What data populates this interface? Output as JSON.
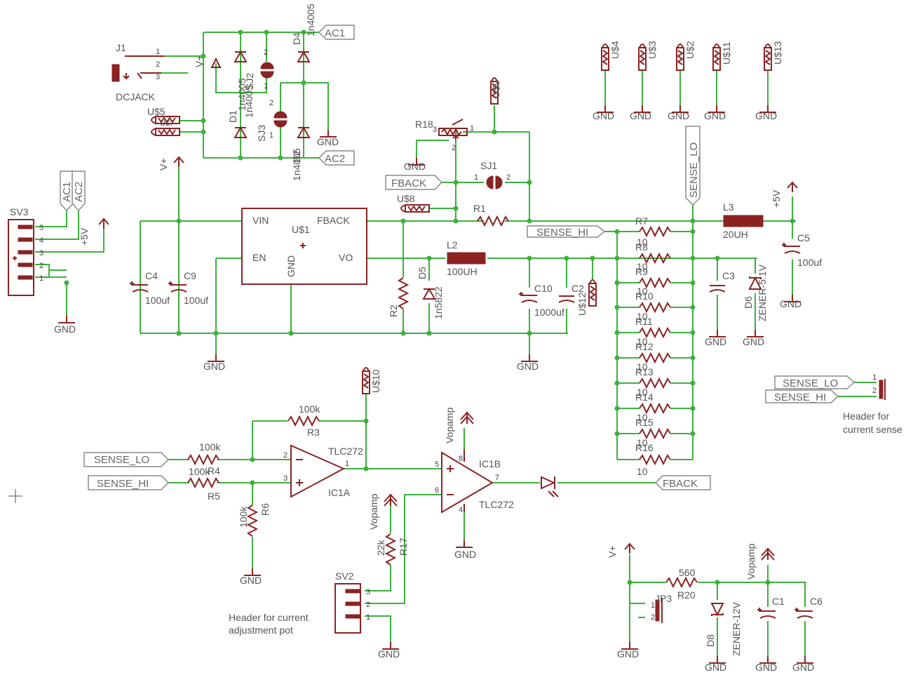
{
  "net_labels": {
    "AC1": "AC1",
    "AC2": "AC2",
    "FBACK": "FBACK",
    "SENSE_LO": "SENSE_LO",
    "SENSE_HI": "SENSE_HI",
    "GND": "GND",
    "VPLUS": "V+",
    "PLUS5V": "+5V",
    "VOPAMP": "Vopamp"
  },
  "parts": {
    "J1": {
      "name": "J1",
      "value": "DCJACK",
      "pins": [
        "1",
        "2",
        "3"
      ]
    },
    "D1": {
      "name": "D1",
      "value": "1n4005"
    },
    "D2": {
      "name": "D2",
      "value": "1n4005"
    },
    "D3": {
      "name": "D3",
      "value": "1n4005"
    },
    "D4": {
      "name": "D4",
      "value": "1n4005"
    },
    "SJ2": {
      "name": "SJ2"
    },
    "SJ3": {
      "name": "SJ3"
    },
    "SJ1": {
      "name": "SJ1"
    },
    "US5": {
      "name": "U$5"
    },
    "US7": {
      "name": "U$7"
    },
    "US8": {
      "name": "U$8"
    },
    "US9": {
      "name": "U$9"
    },
    "US10": {
      "name": "U$10"
    },
    "US12": {
      "name": "U$12"
    },
    "US4": {
      "name": "U$4"
    },
    "US3": {
      "name": "U$3"
    },
    "US2": {
      "name": "U$2"
    },
    "US11": {
      "name": "U$11"
    },
    "US13": {
      "name": "U$13"
    },
    "SV3": {
      "name": "SV3",
      "pins": [
        "5",
        "4",
        "3",
        "2",
        "1"
      ]
    },
    "C4": {
      "name": "C4",
      "value": "100uf"
    },
    "C9": {
      "name": "C9",
      "value": "100uf"
    },
    "US1": {
      "name": "U$1",
      "pins": {
        "vin": "VIN",
        "fback": "FBACK",
        "en": "EN",
        "gnd": "GND",
        "vo": "VO"
      }
    },
    "R18": {
      "name": "R18"
    },
    "R1": {
      "name": "R1"
    },
    "R2": {
      "name": "R2"
    },
    "D5": {
      "name": "D5",
      "value": "1n5822"
    },
    "L2": {
      "name": "L2",
      "value": "100UH"
    },
    "C10": {
      "name": "C10",
      "value": "1000uf"
    },
    "C2": {
      "name": "C2"
    },
    "L3": {
      "name": "L3",
      "value": "20UH"
    },
    "C5": {
      "name": "C5",
      "value": "100uf"
    },
    "C3": {
      "name": "C3"
    },
    "D6": {
      "name": "D6",
      "value": "ZENER-5.1V"
    },
    "R_sense": [
      {
        "name": "R7",
        "value": "10"
      },
      {
        "name": "R8",
        "value": "10"
      },
      {
        "name": "R9",
        "value": "10"
      },
      {
        "name": "R10",
        "value": "10"
      },
      {
        "name": "R11",
        "value": "10"
      },
      {
        "name": "R12",
        "value": "10"
      },
      {
        "name": "R13",
        "value": "10"
      },
      {
        "name": "R14",
        "value": "10"
      },
      {
        "name": "R15",
        "value": "10"
      },
      {
        "name": "R16",
        "value": "10"
      }
    ],
    "R3": {
      "name": "R3",
      "value": "100k"
    },
    "R4": {
      "name": "R4",
      "value": "100k"
    },
    "R5": {
      "name": "R5",
      "value": "100k"
    },
    "R6": {
      "name": "R6",
      "value": "100k"
    },
    "R17": {
      "name": "R17",
      "value": "22k"
    },
    "IC1A": {
      "name": "IC1A",
      "value": "TLC272"
    },
    "IC1B": {
      "name": "IC1B",
      "value": "TLC272"
    },
    "SV2": {
      "name": "SV2",
      "pins": [
        "3",
        "2",
        "1"
      ]
    },
    "JP3": {
      "name": "JP3",
      "pins": [
        "1",
        "2"
      ]
    },
    "R20": {
      "name": "R20",
      "value": "560"
    },
    "D8": {
      "name": "D8",
      "value": "ZENER-12V"
    },
    "C1": {
      "name": "C1"
    },
    "C6": {
      "name": "C6"
    },
    "JP_sense": {
      "pins": [
        "1",
        "2"
      ]
    }
  },
  "opamp_pins": {
    "p1": "1",
    "p2": "2",
    "p3": "3",
    "p4": "4",
    "p5": "5",
    "p6": "6",
    "p7": "7",
    "p8": "8"
  },
  "notes": {
    "adj_pot": [
      "Header for current",
      "adjustment pot"
    ],
    "current_sense": [
      "Header for",
      "current sense"
    ]
  },
  "colors": {
    "wire": "#3db03d",
    "symbol": "#8b2323",
    "label": "#555555",
    "background": "#ffffff"
  }
}
